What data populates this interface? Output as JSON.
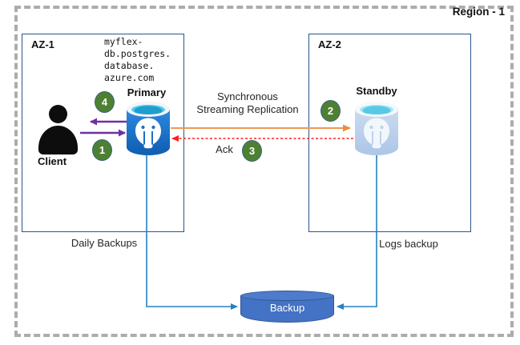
{
  "labels": {
    "region": "Region - 1",
    "az1": "AZ-1",
    "az2": "AZ-2",
    "client": "Client",
    "primary": "Primary",
    "standby": "Standby",
    "hostname": "myflex-\ndb.postgres.\ndatabase.\nazure.com",
    "replication": "Synchronous\nStreaming Replication",
    "ack": "Ack",
    "daily_backups": "Daily Backups",
    "logs_backup": "Logs backup",
    "backup": "Backup"
  },
  "steps": [
    "1",
    "2",
    "3",
    "4"
  ],
  "icons": {
    "client": "person-icon",
    "primary": "azure-postgresql-database-icon",
    "standby": "azure-postgresql-database-icon",
    "backup": "storage-cylinder-icon"
  },
  "colors": {
    "region_border": "#ACACAC",
    "az_border": "#28568C",
    "step_circle_green": "#4E8033",
    "client_arrows_purple": "#7030A0",
    "replication_arrow_orange": "#ED9B54",
    "ack_arrow_red": "#FF1F1F",
    "backup_line_blue": "#2580C3",
    "backup_cylinder_blue": "#4472C4",
    "primary_db_blue": "#1161B5",
    "standby_db_blue": "#AFC8E8",
    "water_cyan": "#4FCBEA"
  }
}
